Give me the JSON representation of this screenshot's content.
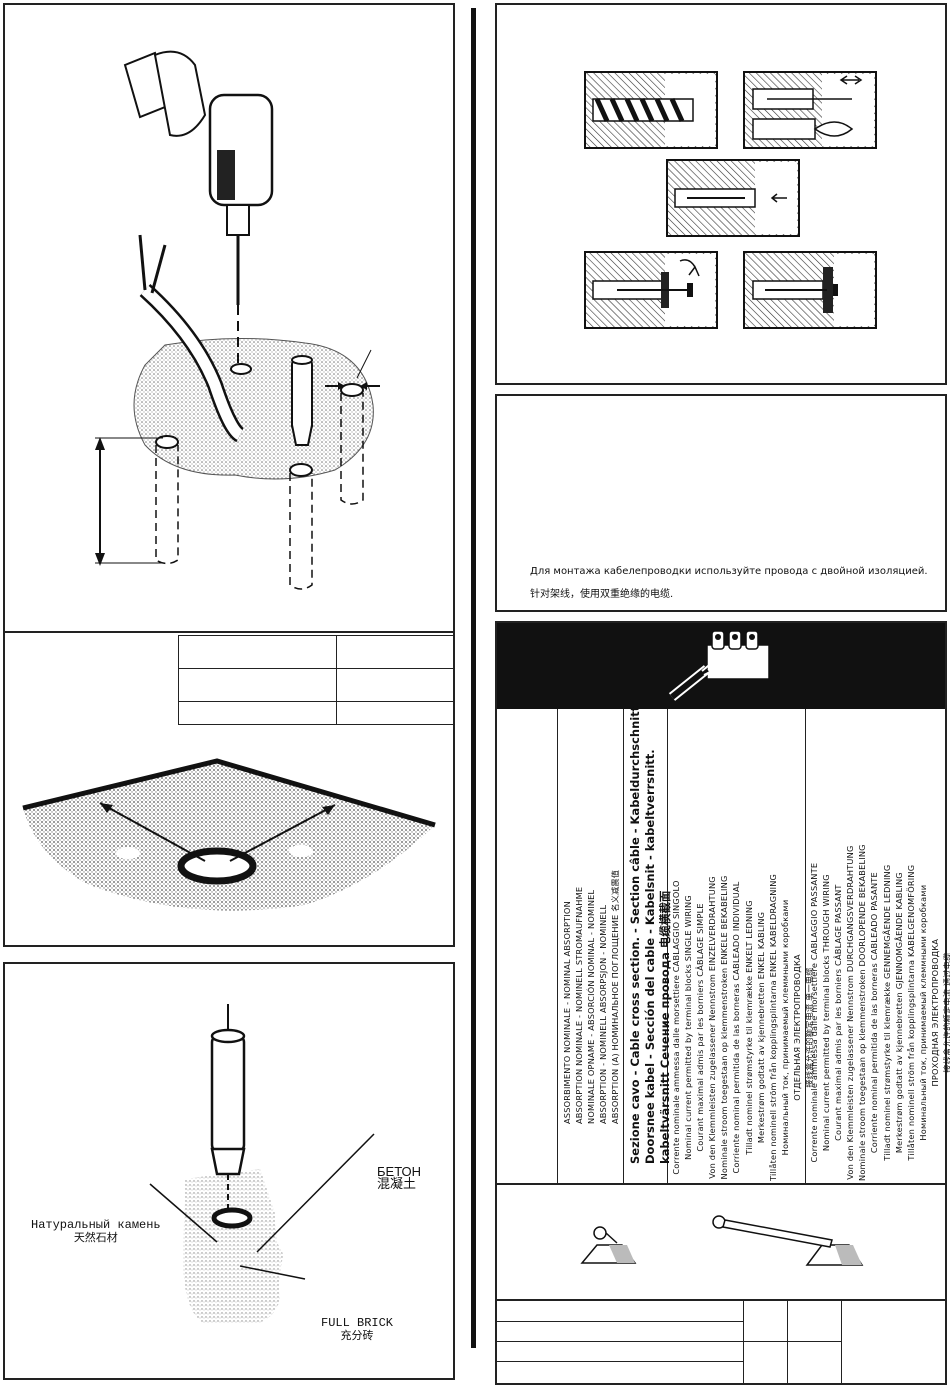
{
  "installation_panel": {
    "note_ru": "Для монтажа кабелепроводки используйте провода с двойной изоляцией.",
    "note_zh": "针对架线，使用双重绝缘的电缆."
  },
  "materials": {
    "concrete_ru": "БЕТОН",
    "concrete_zh": "混凝土",
    "natural_stone_ru": "Натуральный камень",
    "natural_stone_zh": "天然石材",
    "full_brick_en": "FULL BRICK",
    "full_brick_zh": "充分砖"
  },
  "spec_table": {
    "absorption_lines": [
      "ASSORBIMENTO NOMINALE - NOMINAL ABSORPTION",
      "ABSORPTION NOMINALE - NOMINELL STROMAUFNAHME",
      "NOMINALE OPNAME - ABSORCIÓN NOMINAL - NOMINEL",
      "ABSORPTION - NOMINELL ABSORPSJON - NOMINELL",
      "ABSORPTION (A) НОМИНАЛЬНОЕ ПОГЛОЩЕНИЕ 名义减震值"
    ],
    "cable_section_lines": [
      "Sezione cavo - Cable cross section. - Section câble - Kabeldurchschnitt",
      "Doorsnee kabel - Sección del cable - Kabelsnit - kabeltverrsnitt.",
      "kabeltvärsnitt Сечение провода 电缆横截面"
    ],
    "single_wiring_lines": [
      "Corrente nominale ammessa dalle morsettiere CABLAGGIO SINGOLO",
      "Nominal current permitted by terminal blocks SINGLE WIRING",
      "Courant maximal admis par les borniers CÂBLAGE SIMPLE",
      "Von den Klemmleisten zugelassener Nennstrom EINZELVERDRAHTUNG",
      "Nominale stroom toegestaan op klemmenstroken ENKELE BEKABELING",
      "Corriente nominal permitida de las borneras CABLEADO INDIVIDUAL",
      "Tilladt nominel strømstyrke til klemrække ENKELT LEDNING",
      "Merkestrøm godtatt av kjennebretten ENKEL KABLING",
      "Tillåten nominell ström från kopplingsplintarna ENKEL KABELDRAGNING",
      "Номинальный ток, принимаемый клеммными коробками",
      "ОТДЕЛЬНАЯ ЭЛЕКТРОПРОВОДКА",
      "接线盒允许的额定电流 单一电缆"
    ],
    "through_wiring_lines": [
      "Corrente nominale ammessa dalle morsettiere CABLAGGIO PASSANTE",
      "Nominal current permitted by terminal blocks THROUGH WIRING",
      "Courant maximal admis par les borniers CÂBLAGE PASSANT",
      "Von den Klemmleisten zugelassener Nennstrom DURCHGANGSVERDRAHTUNG",
      "Nominale stroom toegestaan op klemmenstroken DOORLOPENDE BEKABELING",
      "Corriente nominal permitida de las borneras CABLEADO PASANTE",
      "Tilladt nominel strømstyrke til klemrække GENNEMGÅENDE LEDNING",
      "Merkestrøm godtatt av kjennebretten GJENNOMGÅENDE KABLING",
      "Tillåten nominell ström från kopplingsplintarna KABELGENOMFÖRING",
      "Номинальный ток, принимаемый клеммными коробками",
      "ПРОХОДНАЯ ЭЛЕКТРОПРОВОДКА",
      "接线盒允许的额定电流  通过电缆"
    ]
  }
}
